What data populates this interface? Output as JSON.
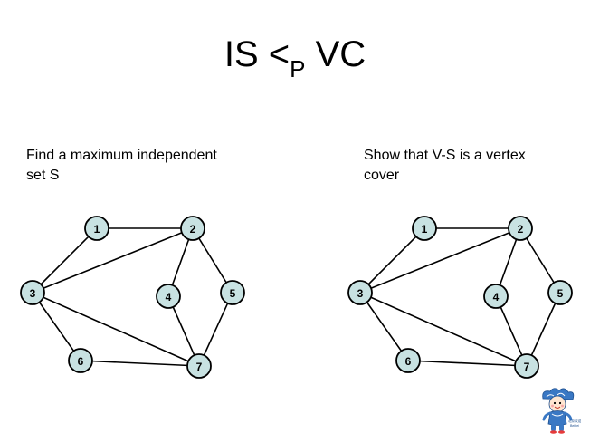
{
  "title": {
    "main": "IS <",
    "subscript": "P",
    "tail": " VC"
  },
  "left_caption": {
    "line1": "Find a maximum independent",
    "line2": "set S"
  },
  "right_caption": {
    "line1": "Show that V-S is a vertex",
    "line2": "cover"
  },
  "graph": {
    "nodes": [
      "1",
      "2",
      "3",
      "4",
      "5",
      "6",
      "7"
    ],
    "edges": [
      [
        "1",
        "2"
      ],
      [
        "1",
        "3"
      ],
      [
        "2",
        "3"
      ],
      [
        "2",
        "4"
      ],
      [
        "2",
        "5"
      ],
      [
        "3",
        "6"
      ],
      [
        "3",
        "7"
      ],
      [
        "4",
        "7"
      ],
      [
        "5",
        "7"
      ],
      [
        "6",
        "7"
      ]
    ]
  },
  "colors": {
    "node_fill": "#c8e2e2",
    "node_stroke": "#000000",
    "edge": "#000000",
    "background": "#ffffff"
  },
  "mascot": {
    "icon": "olympic-mascot-icon",
    "label_line1": "北京欢迎",
    "label_line2": "Beibei"
  }
}
